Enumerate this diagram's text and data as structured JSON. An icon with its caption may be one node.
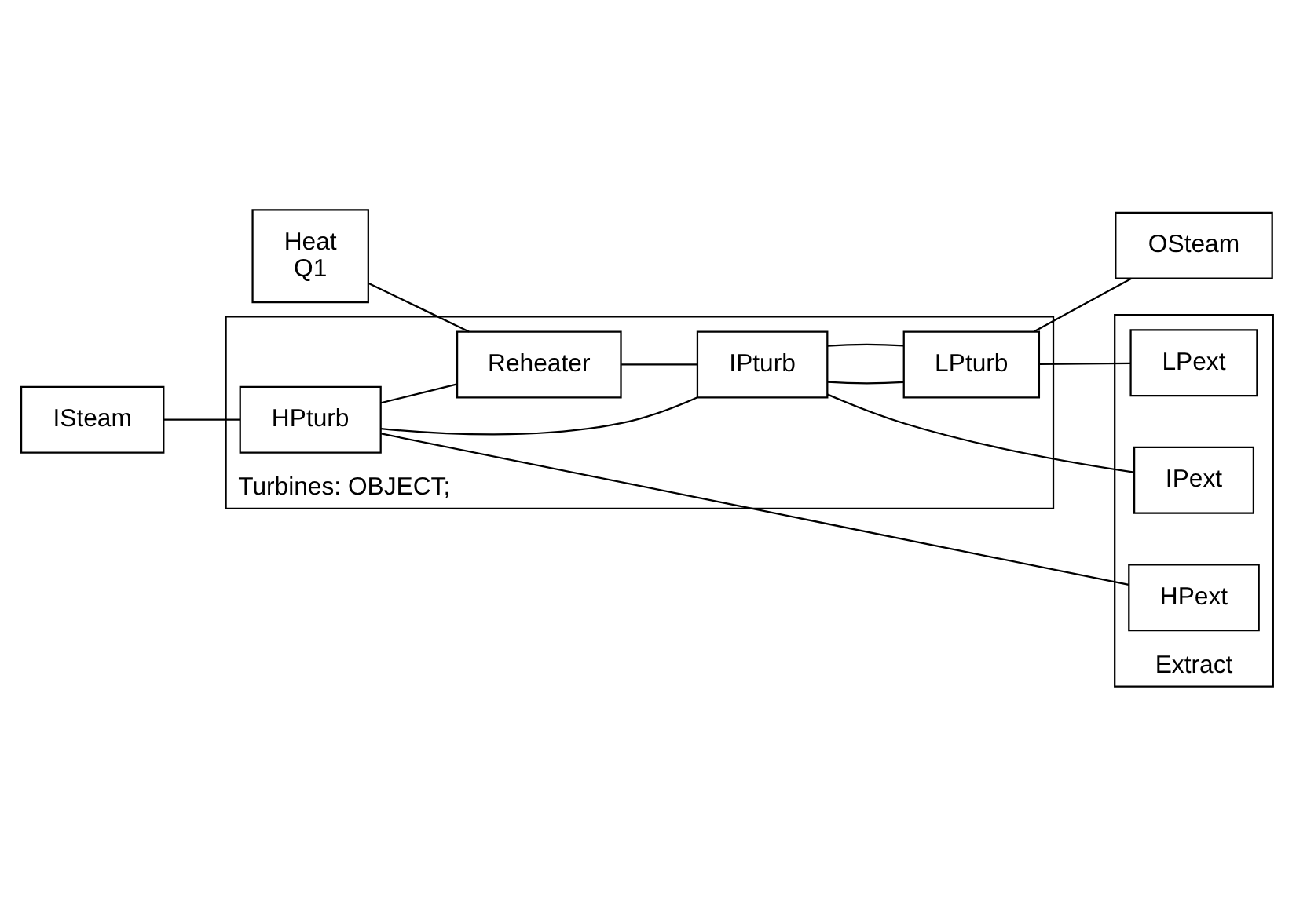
{
  "diagram": {
    "nodes": [
      {
        "text": [
          "Turbines: OBJECT;"
        ]
      },
      {
        "text": [
          "Heat",
          "Q1"
        ]
      },
      {
        "text": [
          "ISteam"
        ]
      },
      {
        "text": [
          "Reheater"
        ],
        "in": 0
      },
      {
        "text": [
          "HPturb"
        ],
        "in": 0
      },
      {
        "text": [
          "IPturb"
        ],
        "in": 0
      },
      {
        "text": [
          "LPturb"
        ],
        "in": 0
      },
      {
        "text": [
          "OSteam"
        ]
      },
      {
        "text": [
          "Extract"
        ]
      },
      {
        "text": [
          "HPext"
        ],
        "in": 8
      },
      {
        "text": [
          "IPext"
        ],
        "in": 8
      },
      {
        "text": [
          "LPext"
        ],
        "in": 8
      }
    ],
    "edges": [
      {
        "from": 1,
        "to": 3,
        "arrow": "none"
      },
      {
        "from": 2,
        "to": 4,
        "arrow": "none"
      },
      {
        "from": 4,
        "to": 3,
        "arrow": "none"
      },
      {
        "from": 3,
        "to": 5,
        "arrow": "none"
      },
      {
        "from": 4,
        "to": 5,
        "arrow": "none"
      },
      {
        "from": 5,
        "to": 6,
        "arrow": "none"
      },
      {
        "from": 5,
        "to": 6,
        "arrow": "none"
      },
      {
        "from": 6,
        "to": 7,
        "arrow": "none"
      },
      {
        "from": 4,
        "to": 9,
        "arrow": "none"
      },
      {
        "from": 5,
        "to": 10,
        "arrow": "none"
      },
      {
        "from": 6,
        "to": 11,
        "arrow": "none"
      }
    ]
  }
}
